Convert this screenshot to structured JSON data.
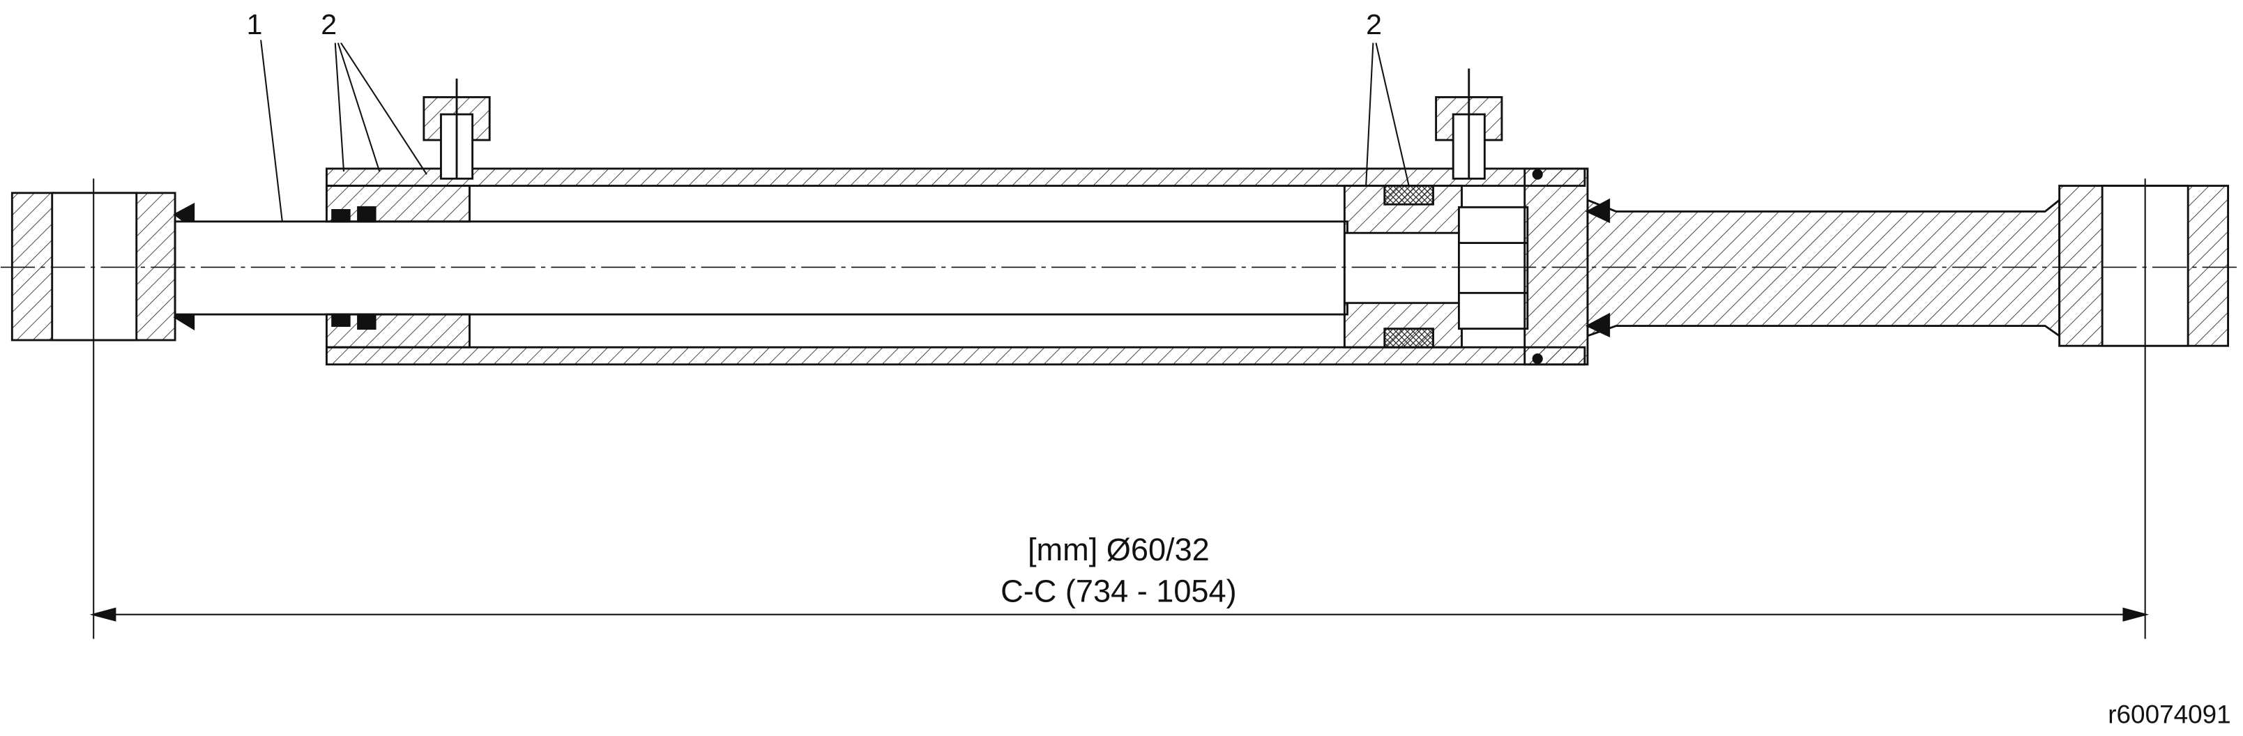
{
  "labels": {
    "callout_1": "1",
    "callout_2_left": "2",
    "callout_2_right": "2"
  },
  "dimension": {
    "bore_rod": "[mm] Ø60/32",
    "center_to_center": "C-C (734 - 1054)"
  },
  "drawing_id": "r60074091",
  "colors": {
    "line": "#111111",
    "background": "#ffffff"
  }
}
